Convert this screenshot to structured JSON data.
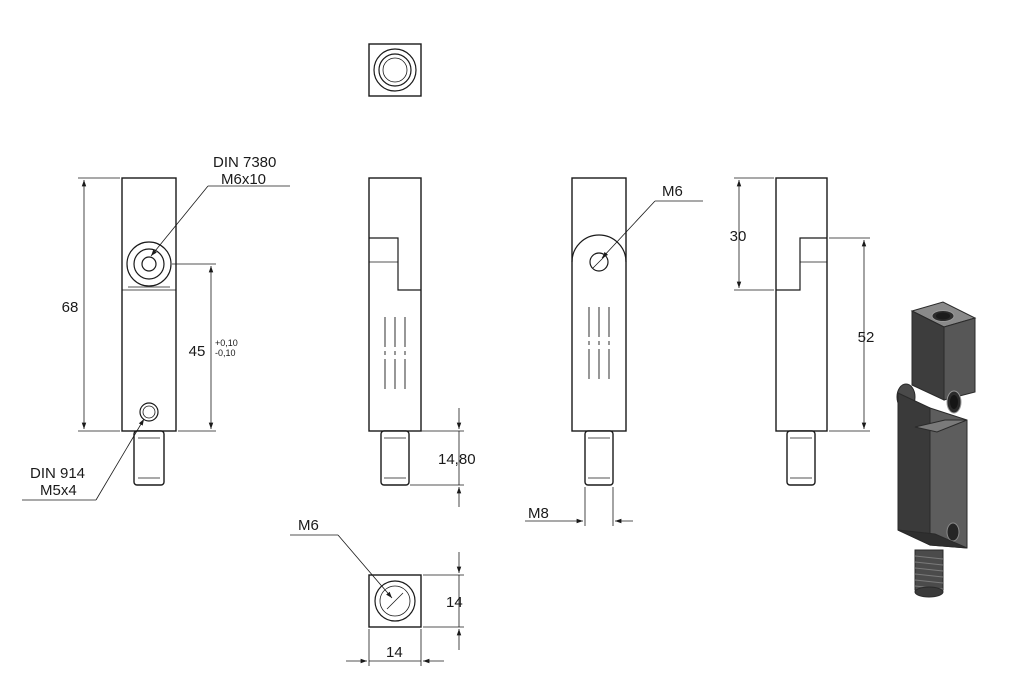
{
  "dimensions": {
    "total_height": "68",
    "hole_position": "45",
    "hole_tol_upper": "+0,10",
    "hole_tol_lower": "-0,10",
    "thread_length": "14,80",
    "thread_size": "M8",
    "upper_block": "30",
    "lower_length": "52",
    "square_width": "14",
    "square_height": "14"
  },
  "callouts": {
    "din7380_line1": "DIN 7380",
    "din7380_line2": "M6x10",
    "din914_line1": "DIN 914",
    "din914_line2": "M5x4",
    "m6_side": "M6",
    "m6_bottom": "M6"
  },
  "colors": {
    "line": "#1a1a1a",
    "metal_dark": "#3a3a3a",
    "metal_mid": "#5a5a5a",
    "metal_light": "#7d7d7d"
  }
}
